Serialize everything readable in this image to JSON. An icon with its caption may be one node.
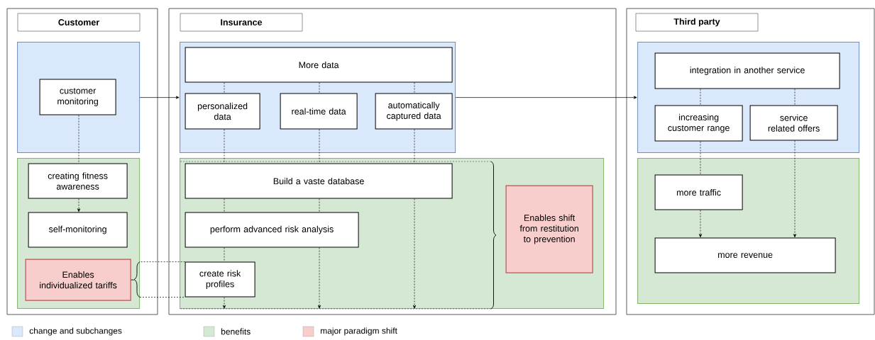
{
  "diagram": {
    "nodes": [
      {
        "text": [
          "Customer"
        ]
      },
      {
        "text": [],
        "shape": "box",
        "in": 0
      },
      {
        "text": [
          "customer monitoring"
        ],
        "in": 1
      },
      {
        "text": [],
        "shape": "box",
        "in": 0
      },
      {
        "text": [
          "creating fitness awareness"
        ],
        "in": 3
      },
      {
        "text": [
          "self-monitoring"
        ],
        "in": 3
      },
      {
        "text": [
          "Enables individualized tariffs"
        ],
        "in": 3
      },
      {
        "text": [
          "Insurance"
        ]
      },
      {
        "text": [],
        "shape": "box",
        "in": 7
      },
      {
        "text": [
          "More data"
        ],
        "in": 8
      },
      {
        "text": [
          "personalized data"
        ],
        "in": 8
      },
      {
        "text": [
          "real-time data"
        ],
        "in": 8
      },
      {
        "text": [
          "automatically captured data"
        ],
        "in": 8
      },
      {
        "text": [],
        "shape": "box",
        "in": 7
      },
      {
        "text": [
          "Build a vaste database"
        ],
        "in": 13
      },
      {
        "text": [
          "perform advanced risk analysis"
        ],
        "in": 13
      },
      {
        "text": [
          "create risk profiles"
        ],
        "in": 13
      },
      {
        "text": [
          "Enables shift from restitution to prevention"
        ],
        "in": 13
      },
      {
        "text": [
          "Third party"
        ]
      },
      {
        "text": [],
        "shape": "box",
        "in": 18
      },
      {
        "text": [
          "integration in another service"
        ],
        "in": 19
      },
      {
        "text": [
          "increasing customer range"
        ],
        "in": 19
      },
      {
        "text": [
          "service related offers"
        ],
        "in": 19
      },
      {
        "text": [],
        "shape": "box",
        "in": 18
      },
      {
        "text": [
          "more traffic"
        ],
        "in": 23
      },
      {
        "text": [
          "more revenue"
        ],
        "in": 23
      }
    ],
    "edges": [
      {
        "from": 1,
        "to": 8,
        "arrow": "to"
      },
      {
        "from": 8,
        "to": 19,
        "arrow": "to"
      },
      {
        "from": 2,
        "to": 4,
        "arrow": "none",
        "style": "dashed"
      },
      {
        "from": 4,
        "to": 5,
        "arrow": "to",
        "style": "dashed"
      },
      {
        "from": 9,
        "to": 10,
        "arrow": "none",
        "style": "dashed"
      },
      {
        "from": 9,
        "to": 11,
        "arrow": "none",
        "style": "dashed"
      },
      {
        "from": 9,
        "to": 12,
        "arrow": "none",
        "style": "dashed"
      },
      {
        "from": 10,
        "to": 14,
        "arrow": "none",
        "style": "dashed"
      },
      {
        "from": 14,
        "to": 15,
        "arrow": "none",
        "style": "dashed"
      },
      {
        "from": 15,
        "to": 16,
        "arrow": "none",
        "style": "dashed"
      },
      {
        "from": 16,
        "to": 13,
        "arrow": "to",
        "style": "dashed"
      },
      {
        "from": 11,
        "to": 14,
        "arrow": "none",
        "style": "dashed"
      },
      {
        "from": 14,
        "to": 15,
        "arrow": "none",
        "style": "dashed"
      },
      {
        "from": 15,
        "to": 13,
        "arrow": "to",
        "style": "dashed"
      },
      {
        "from": 12,
        "to": 14,
        "arrow": "none",
        "style": "dashed"
      },
      {
        "from": 14,
        "to": 13,
        "arrow": "to",
        "style": "dashed"
      },
      {
        "from": 20,
        "to": 21,
        "arrow": "none",
        "style": "dashed"
      },
      {
        "from": 20,
        "to": 22,
        "arrow": "none",
        "style": "dashed"
      },
      {
        "from": 21,
        "to": 24,
        "arrow": "none",
        "style": "dashed"
      },
      {
        "from": 24,
        "to": 25,
        "arrow": "to",
        "style": "dashed"
      },
      {
        "from": 22,
        "to": 25,
        "arrow": "to",
        "style": "dashed"
      },
      {
        "from": 16,
        "to": 6,
        "arrow": "none",
        "style": "dashed"
      }
    ],
    "legend": [
      {
        "text": "change and subchanges",
        "color": "#dae8fc"
      },
      {
        "text": "benefits",
        "color": "#d5e8d4"
      },
      {
        "text": "major paradigm shift",
        "color": "#f8cecc"
      }
    ]
  }
}
